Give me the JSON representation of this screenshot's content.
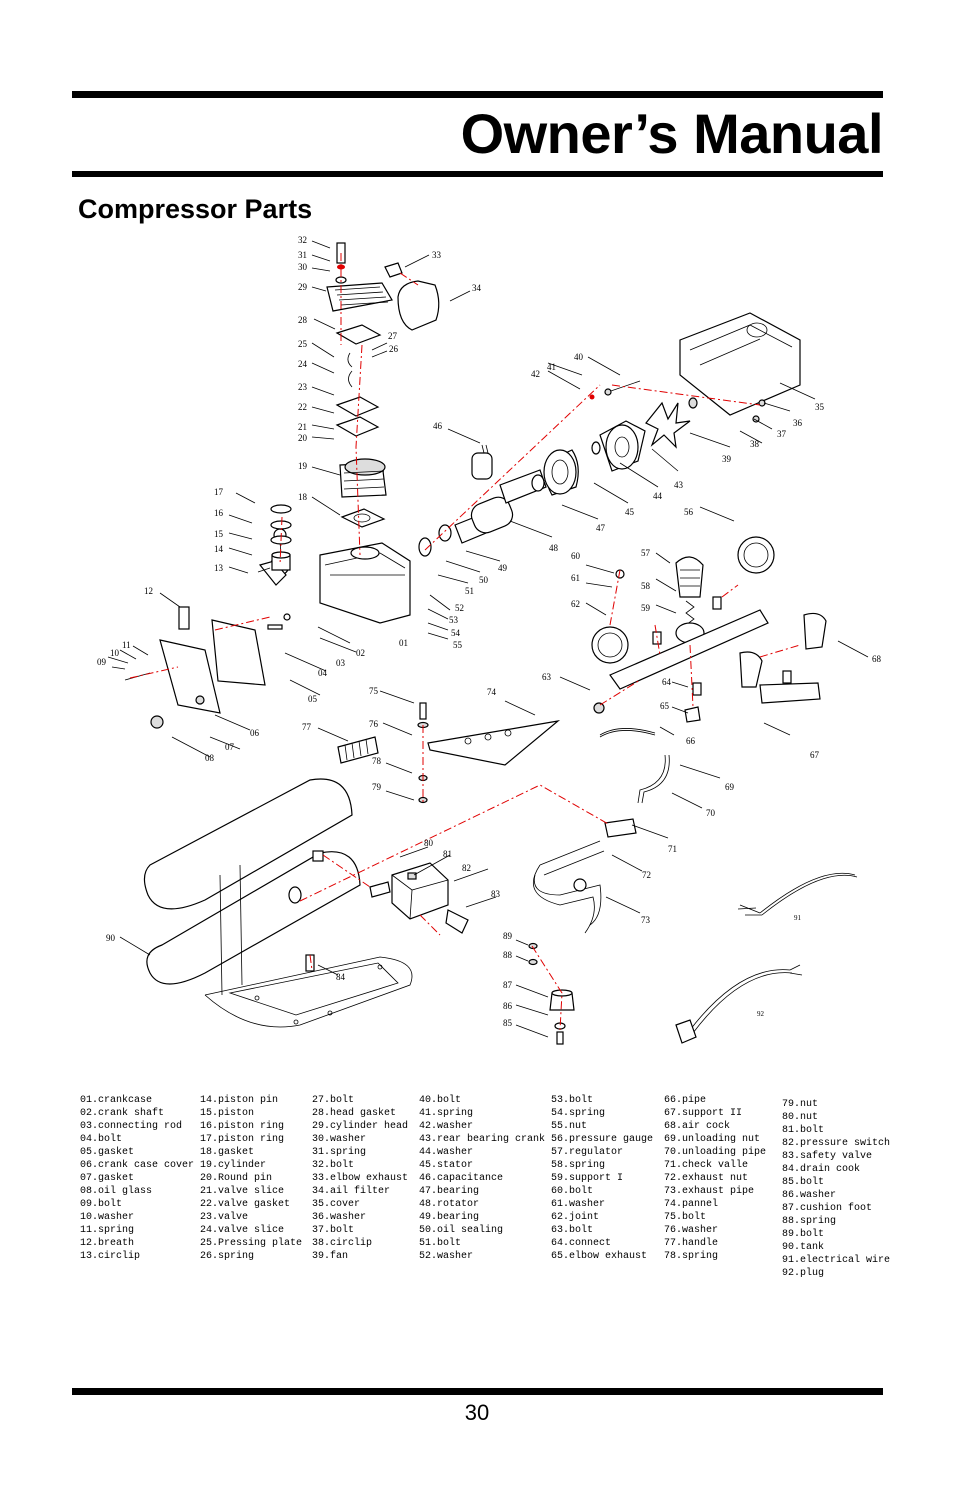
{
  "header": {
    "title": "Owner’s Manual"
  },
  "section": {
    "heading": "Compressor Parts"
  },
  "diagram": {
    "callouts": [
      "01",
      "03",
      "02",
      "04",
      "05",
      "06",
      "07",
      "08",
      "09",
      "10",
      "11",
      "12",
      "13",
      "14",
      "15",
      "16",
      "17",
      "18",
      "19",
      "20",
      "21",
      "22",
      "23",
      "24",
      "25",
      "26",
      "27",
      "28",
      "29",
      "30",
      "31",
      "32",
      "33",
      "34",
      "35",
      "36",
      "37",
      "38",
      "39",
      "40",
      "41",
      "42",
      "43",
      "44",
      "45",
      "46",
      "47",
      "48",
      "49",
      "50",
      "51",
      "52",
      "53",
      "54",
      "55",
      "56",
      "57",
      "58",
      "59",
      "60",
      "61",
      "62",
      "63",
      "64",
      "65",
      "66",
      "67",
      "68",
      "69",
      "70",
      "71",
      "72",
      "73",
      "74",
      "75",
      "76",
      "77",
      "78",
      "79",
      "80",
      "81",
      "82",
      "83",
      "84",
      "85",
      "86",
      "87",
      "88",
      "89",
      "90",
      "91",
      "92"
    ]
  },
  "parts_columns": [
    [
      "01.crankcase",
      "02.crank shaft",
      "03.connecting rod",
      "04.bolt",
      "05.gasket",
      "06.crank case cover",
      "07.gasket",
      "08.oil glass",
      "09.bolt",
      "10.washer",
      "11.spring",
      "12.breath",
      "13.circlip"
    ],
    [
      "14.piston pin",
      "15.piston",
      "16.piston ring",
      "17.piston ring",
      "18.gasket",
      "19.cylinder",
      "20.Round pin",
      "21.valve slice",
      "22.valve gasket",
      "23.valve",
      "24.valve slice",
      "25.Pressing plate",
      "26.spring"
    ],
    [
      "27.bolt",
      "28.head gasket",
      "29.cylinder head",
      "30.washer",
      "31.spring",
      "32.bolt",
      "33.elbow exhaust",
      "34.ail filter",
      "35.cover",
      "36.washer",
      "37.bolt",
      "38.circlip",
      "39.fan"
    ],
    [
      "40.bolt",
      "41.spring",
      "42.washer",
      "43.rear bearing crank",
      "44.washer",
      "45.stator",
      "46.capacitance",
      "47.bearing",
      "48.rotator",
      "49.bearing",
      "50.oil sealing",
      "51.bolt",
      "52.washer"
    ],
    [
      "53.bolt",
      "54.spring",
      "55.nut",
      "56.pressure gauge",
      "57.regulator",
      "58.spring",
      "59.support I",
      "60.bolt",
      "61.washer",
      "62.joint",
      "63.bolt",
      "64.connect",
      "65.elbow exhaust"
    ],
    [
      "66.pipe",
      "67.support II",
      "68.air cock",
      "69.unloading nut",
      "70.unloading pipe",
      "71.check valle",
      "72.exhaust nut",
      "73.exhaust pipe",
      "74.pannel",
      "75.bolt",
      "76.washer",
      "77.handle",
      "78.spring"
    ],
    [
      "79.nut",
      "80.nut",
      "81.bolt",
      "82.pressure switch",
      "83.safety valve",
      "84.drain cook",
      "85.bolt",
      "86.washer",
      "87.cushion foot",
      "88.spring",
      "89.bolt",
      "90.tank",
      "91.electrical wire",
      "92.plug"
    ]
  ],
  "footer": {
    "page_number": "30"
  },
  "colors": {
    "rule": "#000000",
    "leader_red": "#e00000"
  }
}
